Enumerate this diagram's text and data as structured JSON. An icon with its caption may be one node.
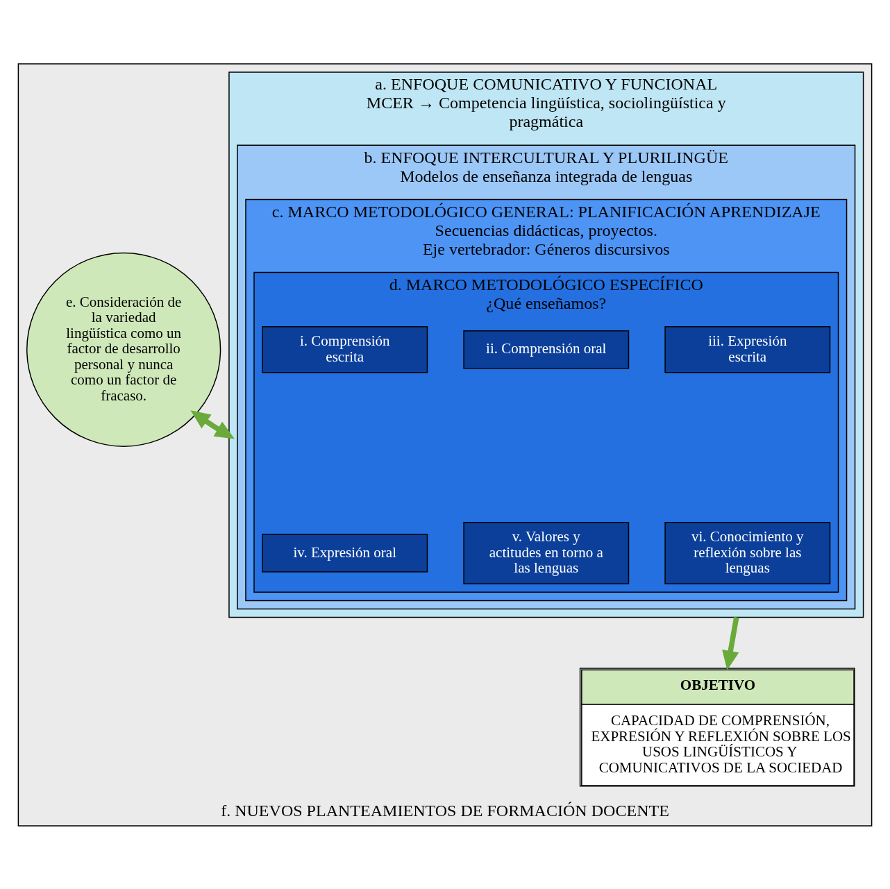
{
  "diagram": {
    "nodes": [
      {
        "text": [
          "f. NUEVOS PLANTEAMIENTOS DE FORMACIÓN DOCENTE"
        ]
      },
      {
        "text": [
          "a. ENFOQUE COMUNICATIVO Y FUNCIONAL",
          "MCER → Competencia lingüística, sociolingüística y pragmática"
        ],
        "in": 0
      },
      {
        "text": [
          "b. ENFOQUE INTERCULTURAL Y PLURILINGÜE",
          "Modelos de enseñanza integrada de lenguas"
        ],
        "in": 1
      },
      {
        "text": [
          "c. MARCO METODOLÓGICO GENERAL: PLANIFICACIÓN APRENDIZAJE",
          "Secuencias didácticas, proyectos.",
          "Eje vertebrador: Géneros discursivos"
        ],
        "in": 2
      },
      {
        "text": [
          "d. MARCO METODOLÓGICO ESPECÍFICO",
          "¿Qué enseñamos?"
        ],
        "in": 3
      },
      {
        "text": [
          "i. Comprensión escrita"
        ],
        "in": 4
      },
      {
        "text": [
          "ii. Comprensión oral"
        ],
        "in": 4
      },
      {
        "text": [
          "iii. Expresión escrita"
        ],
        "in": 4
      },
      {
        "text": [
          "iv. Expresión oral"
        ],
        "in": 4
      },
      {
        "text": [
          "v. Valores y actitudes en torno a las lenguas"
        ],
        "in": 4
      },
      {
        "text": [
          "vi. Conocimiento y reflexión sobre las lenguas"
        ],
        "in": 4
      },
      {
        "text": [
          "e. Consideración de la variedad lingüística como un factor de desarrollo personal y nunca como un factor de fracaso."
        ],
        "in": 0
      },
      {
        "text": [
          "OBJETIVO",
          "CAPACIDAD DE COMPRENSIÓN, EXPRESIÓN Y REFLEXIÓN SOBRE LOS USOS LINGÜÍSTICOS Y COMUNICATIVOS DE LA SOCIEDAD"
        ],
        "in": 0
      }
    ],
    "edges": [
      {
        "from": 1,
        "to": 12,
        "arrow": "to",
        "color": "#6aaa3a"
      },
      {
        "from": 1,
        "to": 11,
        "arrow": "both",
        "color": "#6aaa3a"
      }
    ]
  }
}
